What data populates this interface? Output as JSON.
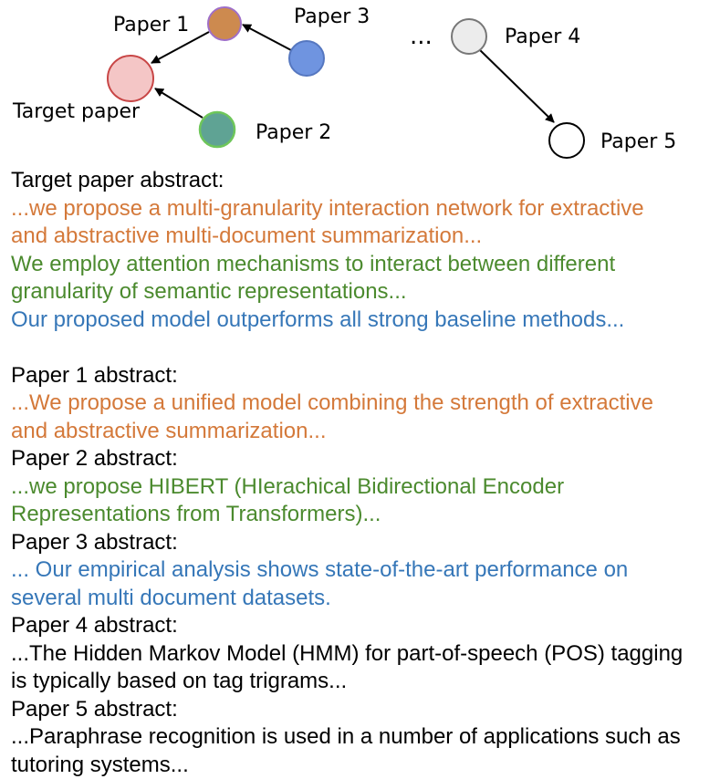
{
  "colors": {
    "orange": "#d4793a",
    "green": "#4b8a2e",
    "blue": "#3677b8",
    "black": "#000000"
  },
  "graph": {
    "ellipsis": "...",
    "nodes": {
      "paper1": {
        "label": "Paper 1",
        "fill": "#cd8a4f"
      },
      "paper2": {
        "label": "Paper 2",
        "fill": "#5fa394"
      },
      "paper3": {
        "label": "Paper 3",
        "fill": "#6f94e0"
      },
      "paper4": {
        "label": "Paper 4",
        "fill": "#ececec"
      },
      "paper5": {
        "label": "Paper 5",
        "fill": "#ffffff"
      },
      "target": {
        "label": "Target paper",
        "fill": "#f4c6c6"
      }
    }
  },
  "abstracts": {
    "target": {
      "heading": "Target paper abstract:",
      "lines": [
        {
          "text": "...we propose a multi-granularity interaction network for extractive",
          "color": "orange"
        },
        {
          "text": "and abstractive multi-document summarization...",
          "color": "orange"
        },
        {
          "text": "We employ attention mechanisms to interact between different",
          "color": "green"
        },
        {
          "text": "granularity of semantic representations...",
          "color": "green"
        },
        {
          "text": "Our proposed model outperforms all strong baseline methods...",
          "color": "blue"
        }
      ]
    },
    "paper1": {
      "heading": "Paper 1 abstract:",
      "lines": [
        {
          "text": "...We propose a unified model combining the strength of extractive",
          "color": "orange"
        },
        {
          "text": "and abstractive summarization...",
          "color": "orange"
        }
      ]
    },
    "paper2": {
      "heading": "Paper 2 abstract:",
      "lines": [
        {
          "text": "...we propose HIBERT (HIerachical Bidirectional Encoder",
          "color": "green"
        },
        {
          "text": "Representations from Transformers)...",
          "color": "green"
        }
      ]
    },
    "paper3": {
      "heading": "Paper 3 abstract:",
      "lines": [
        {
          "text": "... Our empirical analysis shows state-of-the-art performance on",
          "color": "blue"
        },
        {
          "text": "several multi document datasets.",
          "color": "blue"
        }
      ]
    },
    "paper4": {
      "heading": "Paper 4 abstract:",
      "lines": [
        {
          "text": "...The Hidden Markov Model (HMM) for part-of-speech (POS) tagging",
          "color": "black"
        },
        {
          "text": "is typically based on tag trigrams...",
          "color": "black"
        }
      ]
    },
    "paper5": {
      "heading": "Paper 5 abstract:",
      "lines": [
        {
          "text": "...Paraphrase recognition is used in a number of applications such as",
          "color": "black"
        },
        {
          "text": "tutoring systems...",
          "color": "black"
        }
      ]
    }
  }
}
